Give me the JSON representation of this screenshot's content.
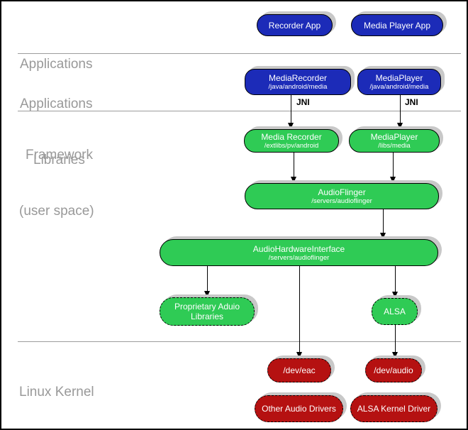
{
  "layers": [
    {
      "label_lines": [
        "Applications"
      ]
    },
    {
      "label_lines": [
        "Applications",
        "Framework"
      ]
    },
    {
      "label_lines": [
        "Libraries",
        "(user space)"
      ]
    },
    {
      "label_lines": [
        "Linux Kernel"
      ]
    }
  ],
  "edge_labels": {
    "jni_left": "JNI",
    "jni_right": "JNI"
  },
  "nodes": {
    "recorder_app": {
      "title": "Recorder App"
    },
    "media_player_app": {
      "title": "Media Player App"
    },
    "media_recorder_fw": {
      "title": "MediaRecorder",
      "subtitle": "/java/android/media"
    },
    "media_player_fw": {
      "title": "MediaPlayer",
      "subtitle": "/java/android/media"
    },
    "media_recorder_lib": {
      "title": "Media Recorder",
      "subtitle": "/extlibs/pv/android"
    },
    "media_player_lib": {
      "title": "MediaPlayer",
      "subtitle": "/libs/media"
    },
    "audio_flinger": {
      "title": "AudioFlinger",
      "subtitle": "/servers/audioflinger"
    },
    "audio_hw": {
      "title": "AudioHardwareInterface",
      "subtitle": "/servers/audioflinger"
    },
    "proprietary": {
      "title": "Proprietary Aduio",
      "subtitle": "Libraries"
    },
    "alsa": {
      "title": "ALSA"
    },
    "dev_eac": {
      "title": "/dev/eac"
    },
    "dev_audio": {
      "title": "/dev/audio"
    },
    "other_drivers": {
      "title": "Other Audio Drivers"
    },
    "alsa_kernel": {
      "title": "ALSA Kernel Driver"
    }
  },
  "colors": {
    "app_blue": "#1c2bb8",
    "lib_green": "#2fcb55",
    "kernel_red": "#b51111",
    "shadow_gray": "#c8c8c8",
    "label_gray": "#999999",
    "divider_gray": "#9c9c9c"
  }
}
